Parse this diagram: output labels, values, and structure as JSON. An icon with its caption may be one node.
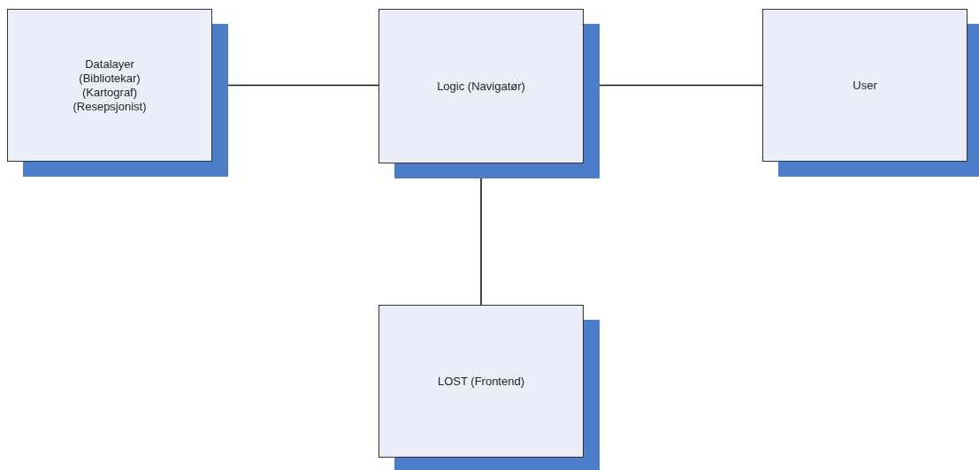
{
  "diagram": {
    "nodes": [
      {
        "text": [
          "Datalayer (Bibliotekar) (Kartograf) (Resepsjonist)"
        ]
      },
      {
        "text": [
          "Logic (Navigatør)"
        ]
      },
      {
        "text": [
          "User"
        ]
      },
      {
        "text": [
          "LOST (Frontend)"
        ]
      }
    ],
    "edges": [
      {
        "from": 0,
        "to": 1,
        "arrow": "none"
      },
      {
        "from": 1,
        "to": 2,
        "arrow": "none"
      },
      {
        "from": 1,
        "to": 3,
        "arrow": "none"
      }
    ]
  }
}
